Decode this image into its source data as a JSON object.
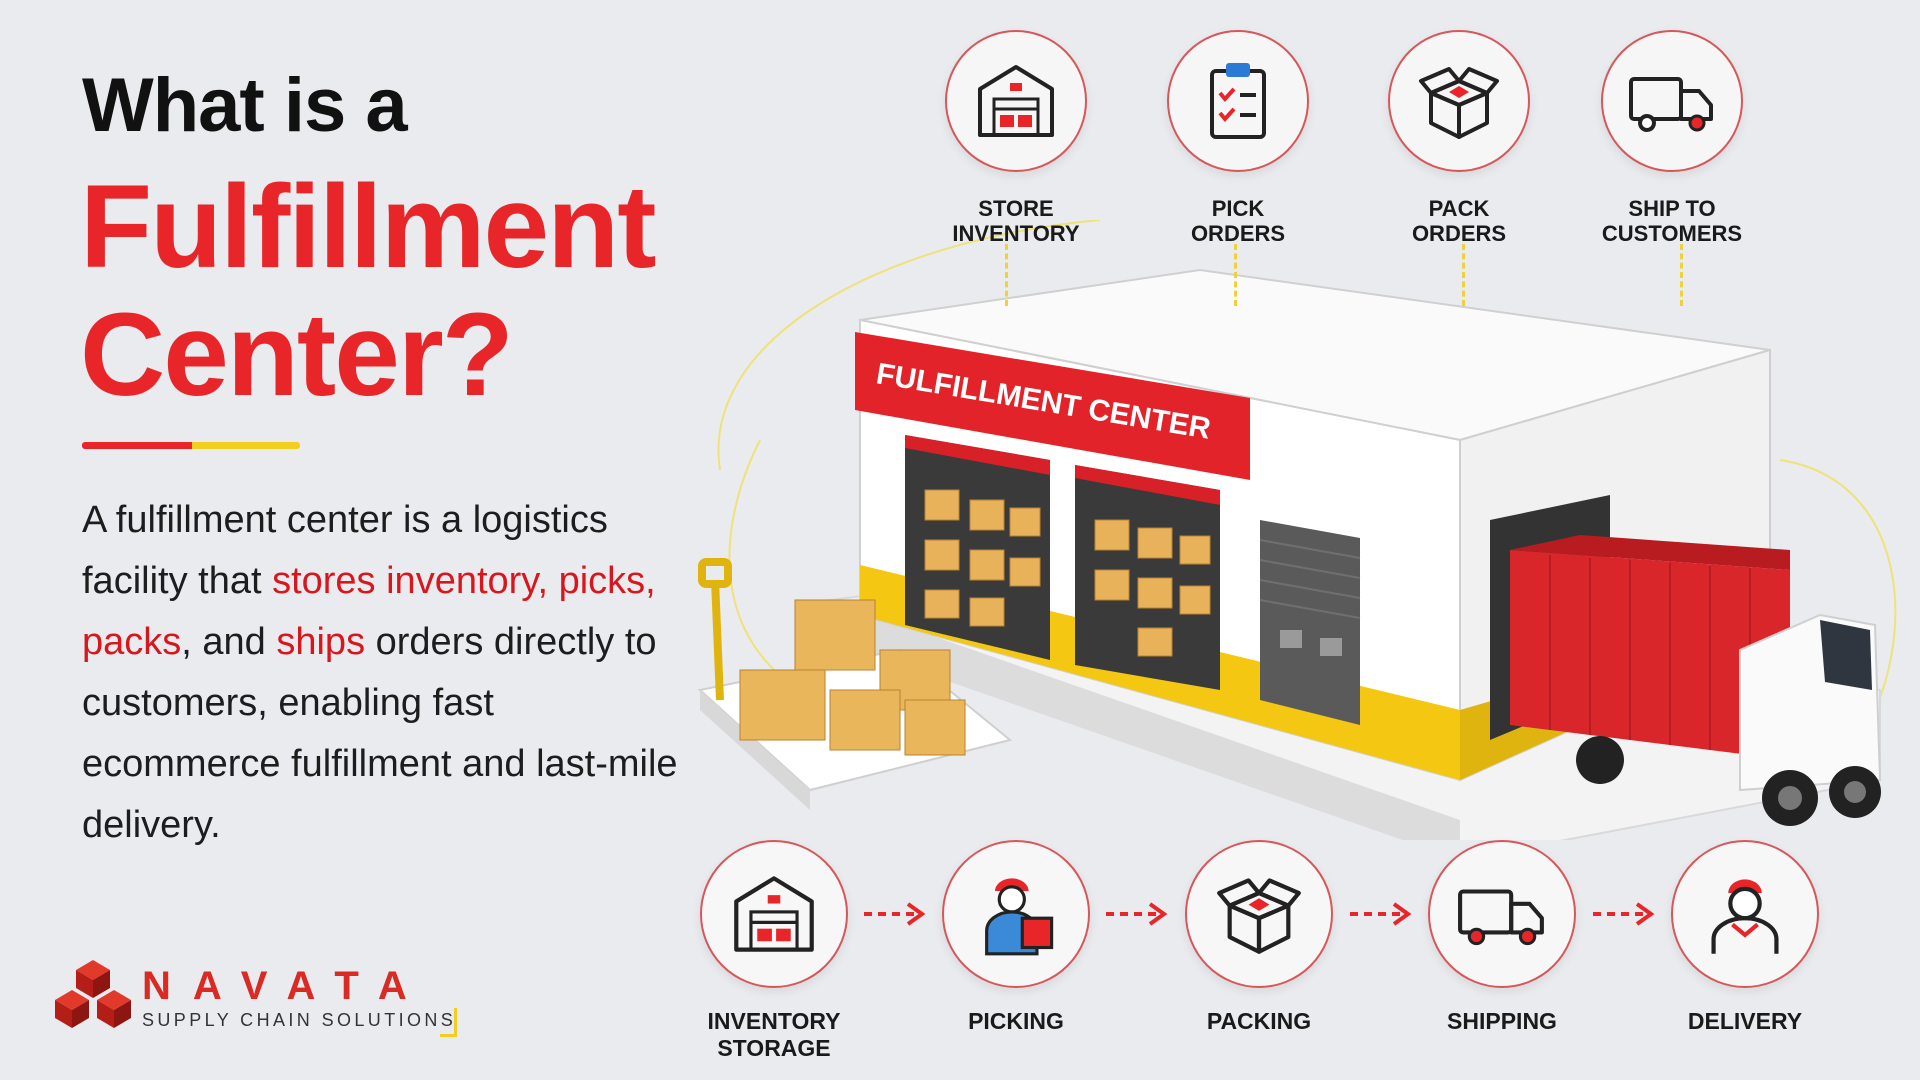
{
  "title": {
    "line1": "What is a",
    "line2": "Fulfillment",
    "line3": "Center?"
  },
  "description": {
    "part1": "A fulfillment center is a logistics facility that ",
    "highlight1": "stores inventory, picks, packs",
    "part2": ", and ",
    "highlight2": "ships",
    "part3": " orders directly to customers, enabling fast ecommerce fulfillment and last-mile delivery."
  },
  "top_steps": [
    {
      "label_line1": "STORE",
      "label_line2": "INVENTORY",
      "icon": "warehouse-icon"
    },
    {
      "label_line1": "PICK",
      "label_line2": "ORDERS",
      "icon": "clipboard-checklist-icon"
    },
    {
      "label_line1": "PACK",
      "label_line2": "ORDERS",
      "icon": "open-box-icon"
    },
    {
      "label_line1": "SHIP TO",
      "label_line2": "CUSTOMERS",
      "icon": "delivery-truck-icon"
    }
  ],
  "building_sign": "FULFILLMENT CENTER",
  "bottom_steps": [
    {
      "label_line1": "INVENTORY",
      "label_line2": "STORAGE",
      "icon": "warehouse-icon"
    },
    {
      "label_line1": "PICKING",
      "label_line2": "",
      "icon": "worker-carrying-box-icon"
    },
    {
      "label_line1": "PACKING",
      "label_line2": "",
      "icon": "open-box-icon"
    },
    {
      "label_line1": "SHIPPING",
      "label_line2": "",
      "icon": "delivery-truck-icon"
    },
    {
      "label_line1": "DELIVERY",
      "label_line2": "",
      "icon": "delivery-person-icon"
    }
  ],
  "logo": {
    "name": "NAVATA",
    "tagline": "SUPPLY CHAIN SOLUTIONS"
  },
  "colors": {
    "accent_red": "#e8262a",
    "accent_yellow": "#f2cf1f",
    "background": "#e9ebee",
    "text_dark": "#111111"
  }
}
